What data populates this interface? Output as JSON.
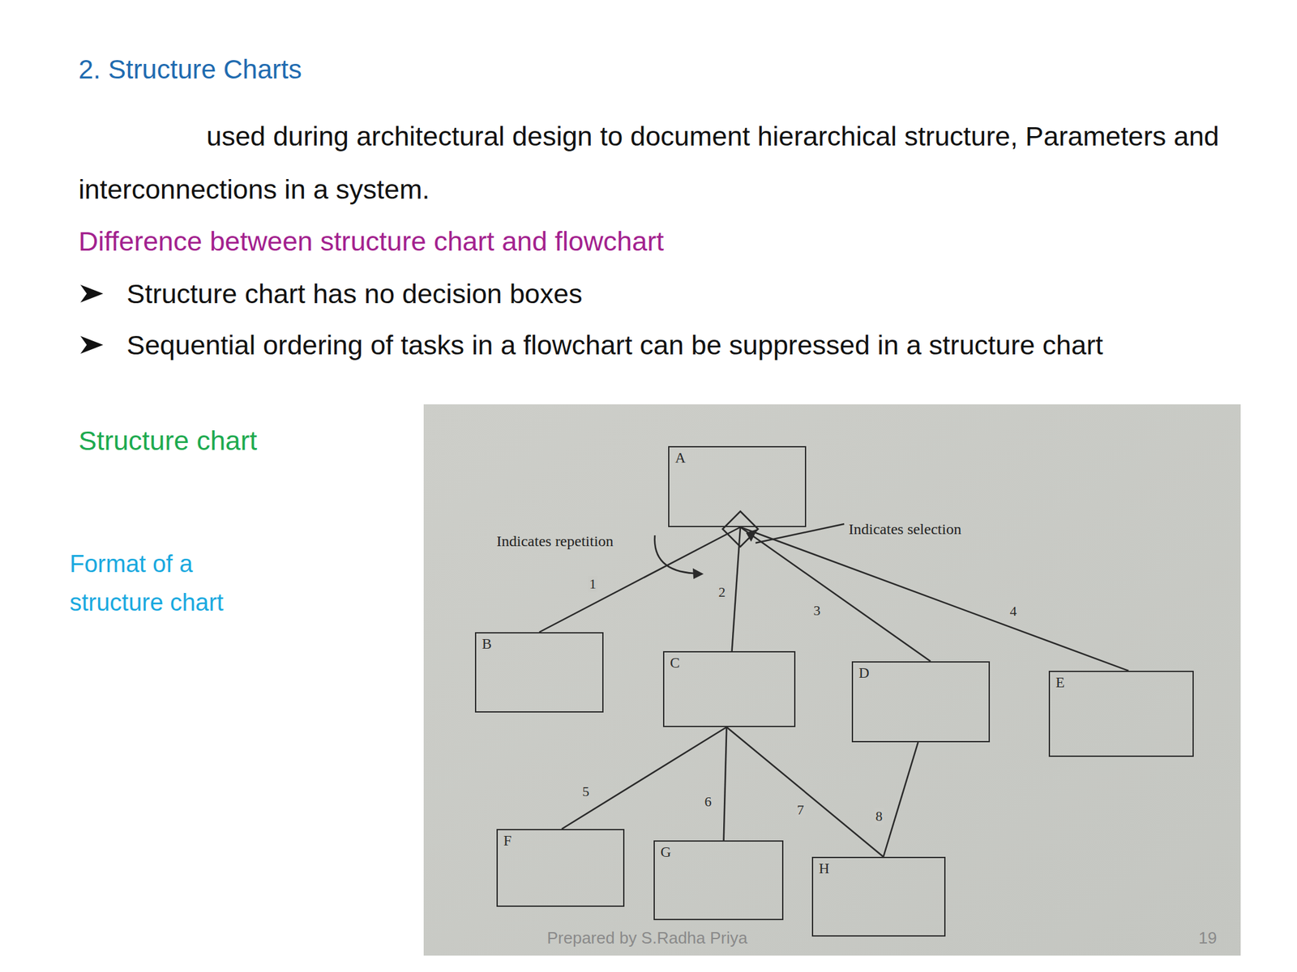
{
  "diagram": {
    "title": "2. Structure Charts",
    "nodes": [
      {
        "text": [
          "A"
        ]
      },
      {
        "text": [
          "B"
        ]
      },
      {
        "text": [
          "C"
        ]
      },
      {
        "text": [
          "D"
        ]
      },
      {
        "text": [
          "E"
        ]
      },
      {
        "text": [
          "F"
        ]
      },
      {
        "text": [
          "G"
        ]
      },
      {
        "text": [
          "H"
        ]
      }
    ],
    "edges": [
      {
        "from": 0,
        "to": 1,
        "label": "1",
        "arrow": "none"
      },
      {
        "from": 0,
        "to": 2,
        "label": "2",
        "arrow": "none"
      },
      {
        "from": 0,
        "to": 3,
        "label": "3",
        "arrow": "none"
      },
      {
        "from": 0,
        "to": 4,
        "label": "4",
        "arrow": "none"
      },
      {
        "from": 2,
        "to": 5,
        "label": "5",
        "arrow": "none"
      },
      {
        "from": 2,
        "to": 6,
        "label": "6",
        "arrow": "none"
      },
      {
        "from": 2,
        "to": 7,
        "label": "7",
        "arrow": "none"
      },
      {
        "from": 3,
        "to": 7,
        "label": "8",
        "arrow": "none"
      }
    ],
    "labels": [
      "used during architectural design to document hierarchical structure, Parameters and interconnections in a system.",
      "Difference between structure chart and flowchart",
      "Structure chart has no decision boxes",
      "Sequential ordering of tasks in a flowchart can be suppressed in a structure chart",
      "Structure chart",
      "Format of a structure chart",
      "Indicates repetition",
      "Indicates selection",
      "Prepared by S.Radha Priya",
      "19"
    ]
  }
}
